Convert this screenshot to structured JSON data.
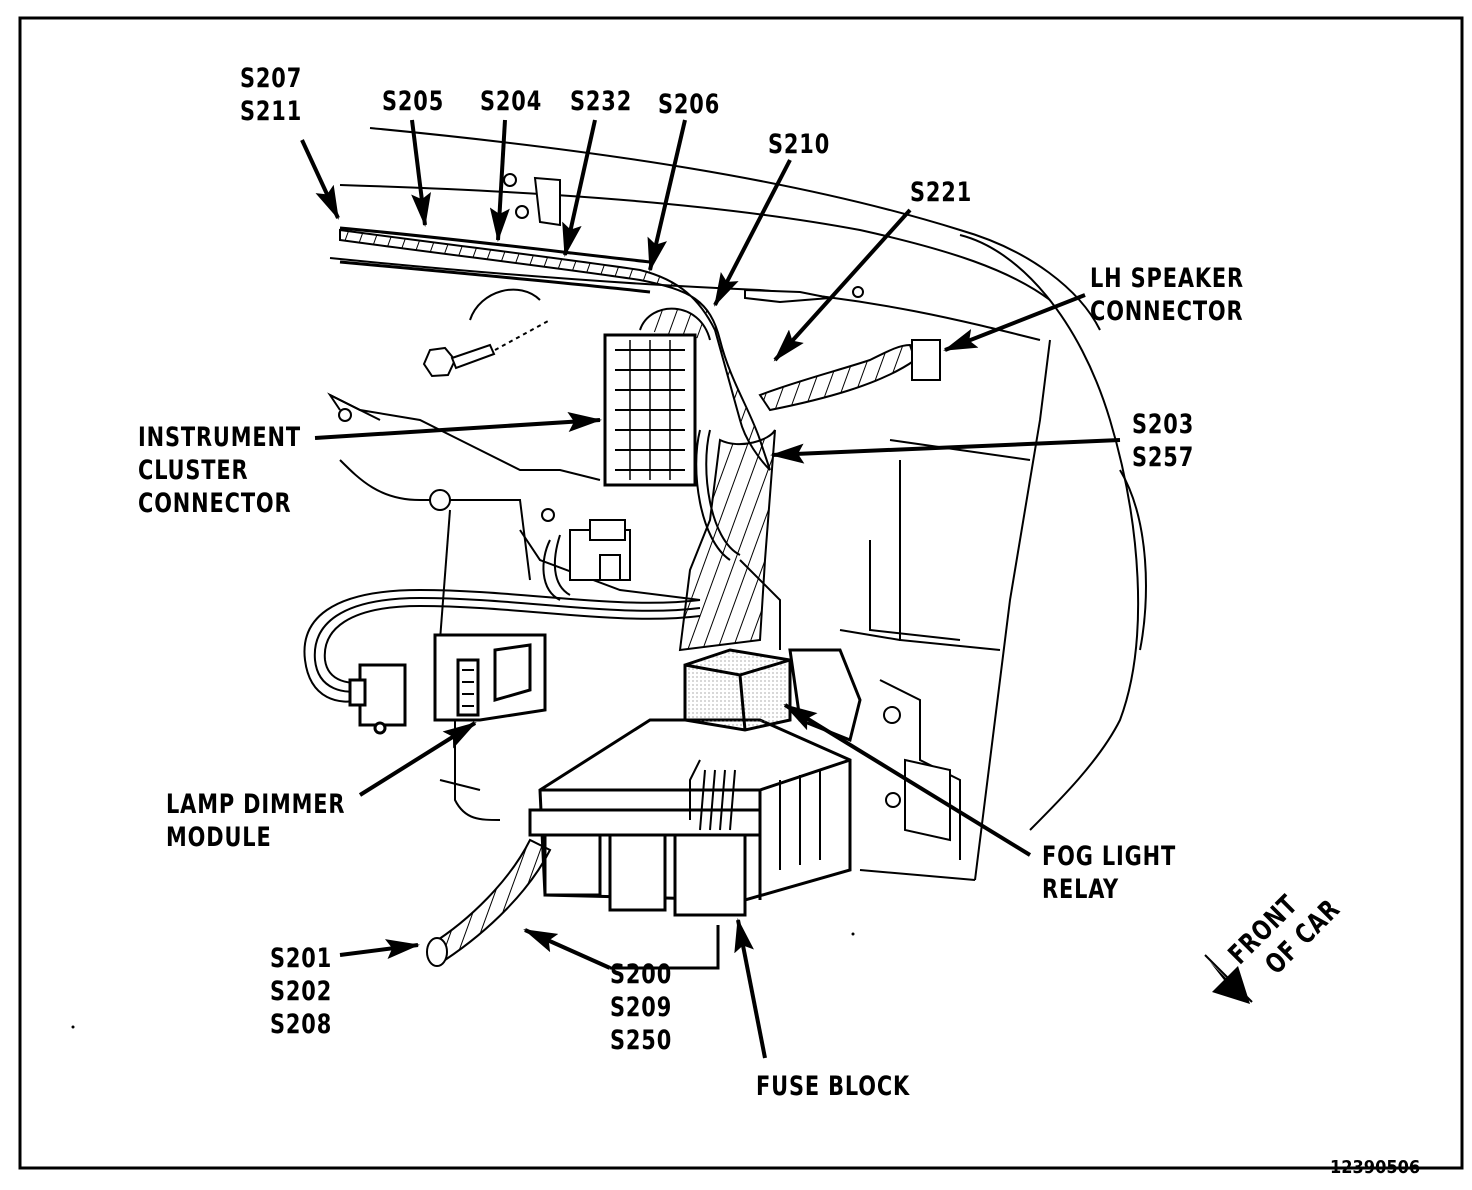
{
  "labels": {
    "s207_s211": [
      "S207",
      "S211"
    ],
    "s205": "S205",
    "s204": "S204",
    "s232": "S232",
    "s206": "S206",
    "s210": "S210",
    "s221": "S221",
    "lh_speaker": [
      "LH SPEAKER",
      "CONNECTOR"
    ],
    "instrument_cluster": [
      "INSTRUMENT",
      "CLUSTER",
      "CONNECTOR"
    ],
    "s203_s257": [
      "S203",
      "S257"
    ],
    "lamp_dimmer": [
      "LAMP DIMMER",
      "MODULE"
    ],
    "fog_light": [
      "FOG LIGHT",
      "RELAY"
    ],
    "s201_group": [
      "S201",
      "S202",
      "S208"
    ],
    "s200_group": [
      "S200",
      "S209",
      "S250"
    ],
    "fuse_block": "FUSE BLOCK",
    "front_of_car": [
      "FRONT",
      "OF CAR"
    ],
    "figure_number": "12390506"
  }
}
